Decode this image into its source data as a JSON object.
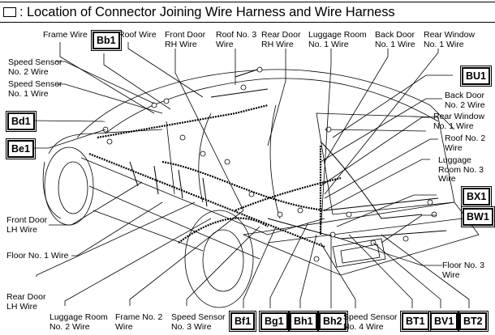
{
  "title": {
    "icon": "connector-box-icon",
    "text": ": Location of Connector Joining Wire Harness and Wire Harness"
  },
  "wire_labels": {
    "frame_wire": "Frame Wire",
    "roof_wire": "Roof Wire",
    "front_door_rh": [
      "Front Door",
      "RH Wire"
    ],
    "roof_no3": [
      "Roof No. 3",
      "Wire"
    ],
    "rear_door_rh": [
      "Rear Door",
      "RH Wire"
    ],
    "luggage_room_no1": [
      "Luggage Room",
      "No. 1 Wire"
    ],
    "back_door_no1": [
      "Back Door",
      "No. 1 Wire"
    ],
    "rear_window_no1_top": [
      "Rear Window",
      "No. 1 Wire"
    ],
    "speed_sensor_no2": [
      "Speed Sensor",
      "No. 2 Wire"
    ],
    "speed_sensor_no1": [
      "Speed Sensor",
      "No. 1 Wire"
    ],
    "back_door_no2": [
      "Back Door",
      "No. 2 Wire"
    ],
    "rear_window_no1_right": [
      "Rear Window",
      "No. 1 Wire"
    ],
    "roof_no2": [
      "Roof No. 2",
      "Wire"
    ],
    "luggage_room_no3": [
      "Luggage",
      "Room No. 3",
      "Wire"
    ],
    "front_door_lh": [
      "Front Door",
      "LH Wire"
    ],
    "floor_no1": "Floor No. 1 Wire",
    "rear_door_lh": [
      "Rear Door",
      "LH Wire"
    ],
    "luggage_room_no2": [
      "Luggage Room",
      "No. 2 Wire"
    ],
    "frame_no2": [
      "Frame No. 2",
      "Wire"
    ],
    "speed_sensor_no3": [
      "Speed Sensor",
      "No. 3 Wire"
    ],
    "speed_sensor_no4": [
      "Speed Sensor",
      "No. 4 Wire"
    ],
    "floor_no3": [
      "Floor No. 3",
      "Wire"
    ]
  },
  "connector_codes": {
    "bb1": "Bb1",
    "bd1": "Bd1",
    "be1": "Be1",
    "bu1": "BU1",
    "bx1": "BX1",
    "bw1": "BW1",
    "bf1": "Bf1",
    "bg1": "Bg1",
    "bh1": "Bh1",
    "bh2": "Bh2",
    "bt1": "BT1",
    "bv1": "BV1",
    "bt2": "BT2"
  }
}
